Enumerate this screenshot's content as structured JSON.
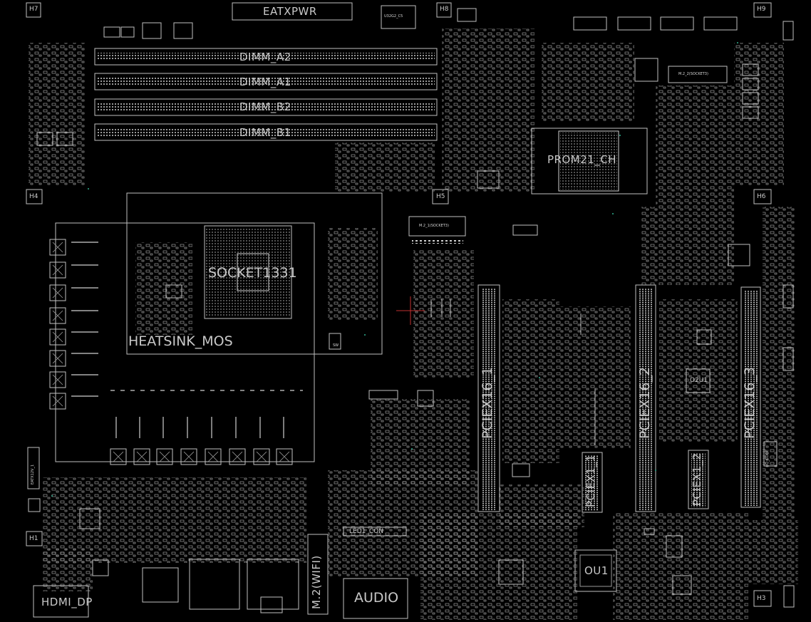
{
  "board": {
    "labels": {
      "eatxpwr": "EATXPWR",
      "dimm_a2": "DIMM_A2",
      "dimm_a1": "DIMM_A1",
      "dimm_b2": "DIMM_B2",
      "dimm_b1": "DIMM_B1",
      "socket": "SOCKET1331",
      "heatsink": "HEATSINK_MOS",
      "prom": "PROM21_CH",
      "pciex16_1": "PCIEX16_1",
      "pciex16_2": "PCIEX16_2",
      "pciex16_3": "PCIEX16_3",
      "pciex1_1": "PCIEX1_1",
      "pciex1_2": "PCIEX1_2",
      "m2_1": "M.2_1(SOCKET3)",
      "m2_2": "M.2_2(SOCKET3)",
      "m2_wifi": "M.2(WIFI)",
      "audio": "AUDIO",
      "ou1": "OU1",
      "o2u1": "O2U1",
      "hdmi_dp": "HDMI_DP",
      "eatx12v": "EATX12V_1",
      "led1_con": "LED1_CON",
      "h1": "H1",
      "h3": "H3",
      "h4": "H4",
      "h5": "H5",
      "h6": "H6",
      "h7": "H7",
      "h8": "H8",
      "h9": "H9",
      "usb32g2": "U32G2_C5",
      "sw": "SW",
      "q_code": "Q_CODE"
    }
  }
}
